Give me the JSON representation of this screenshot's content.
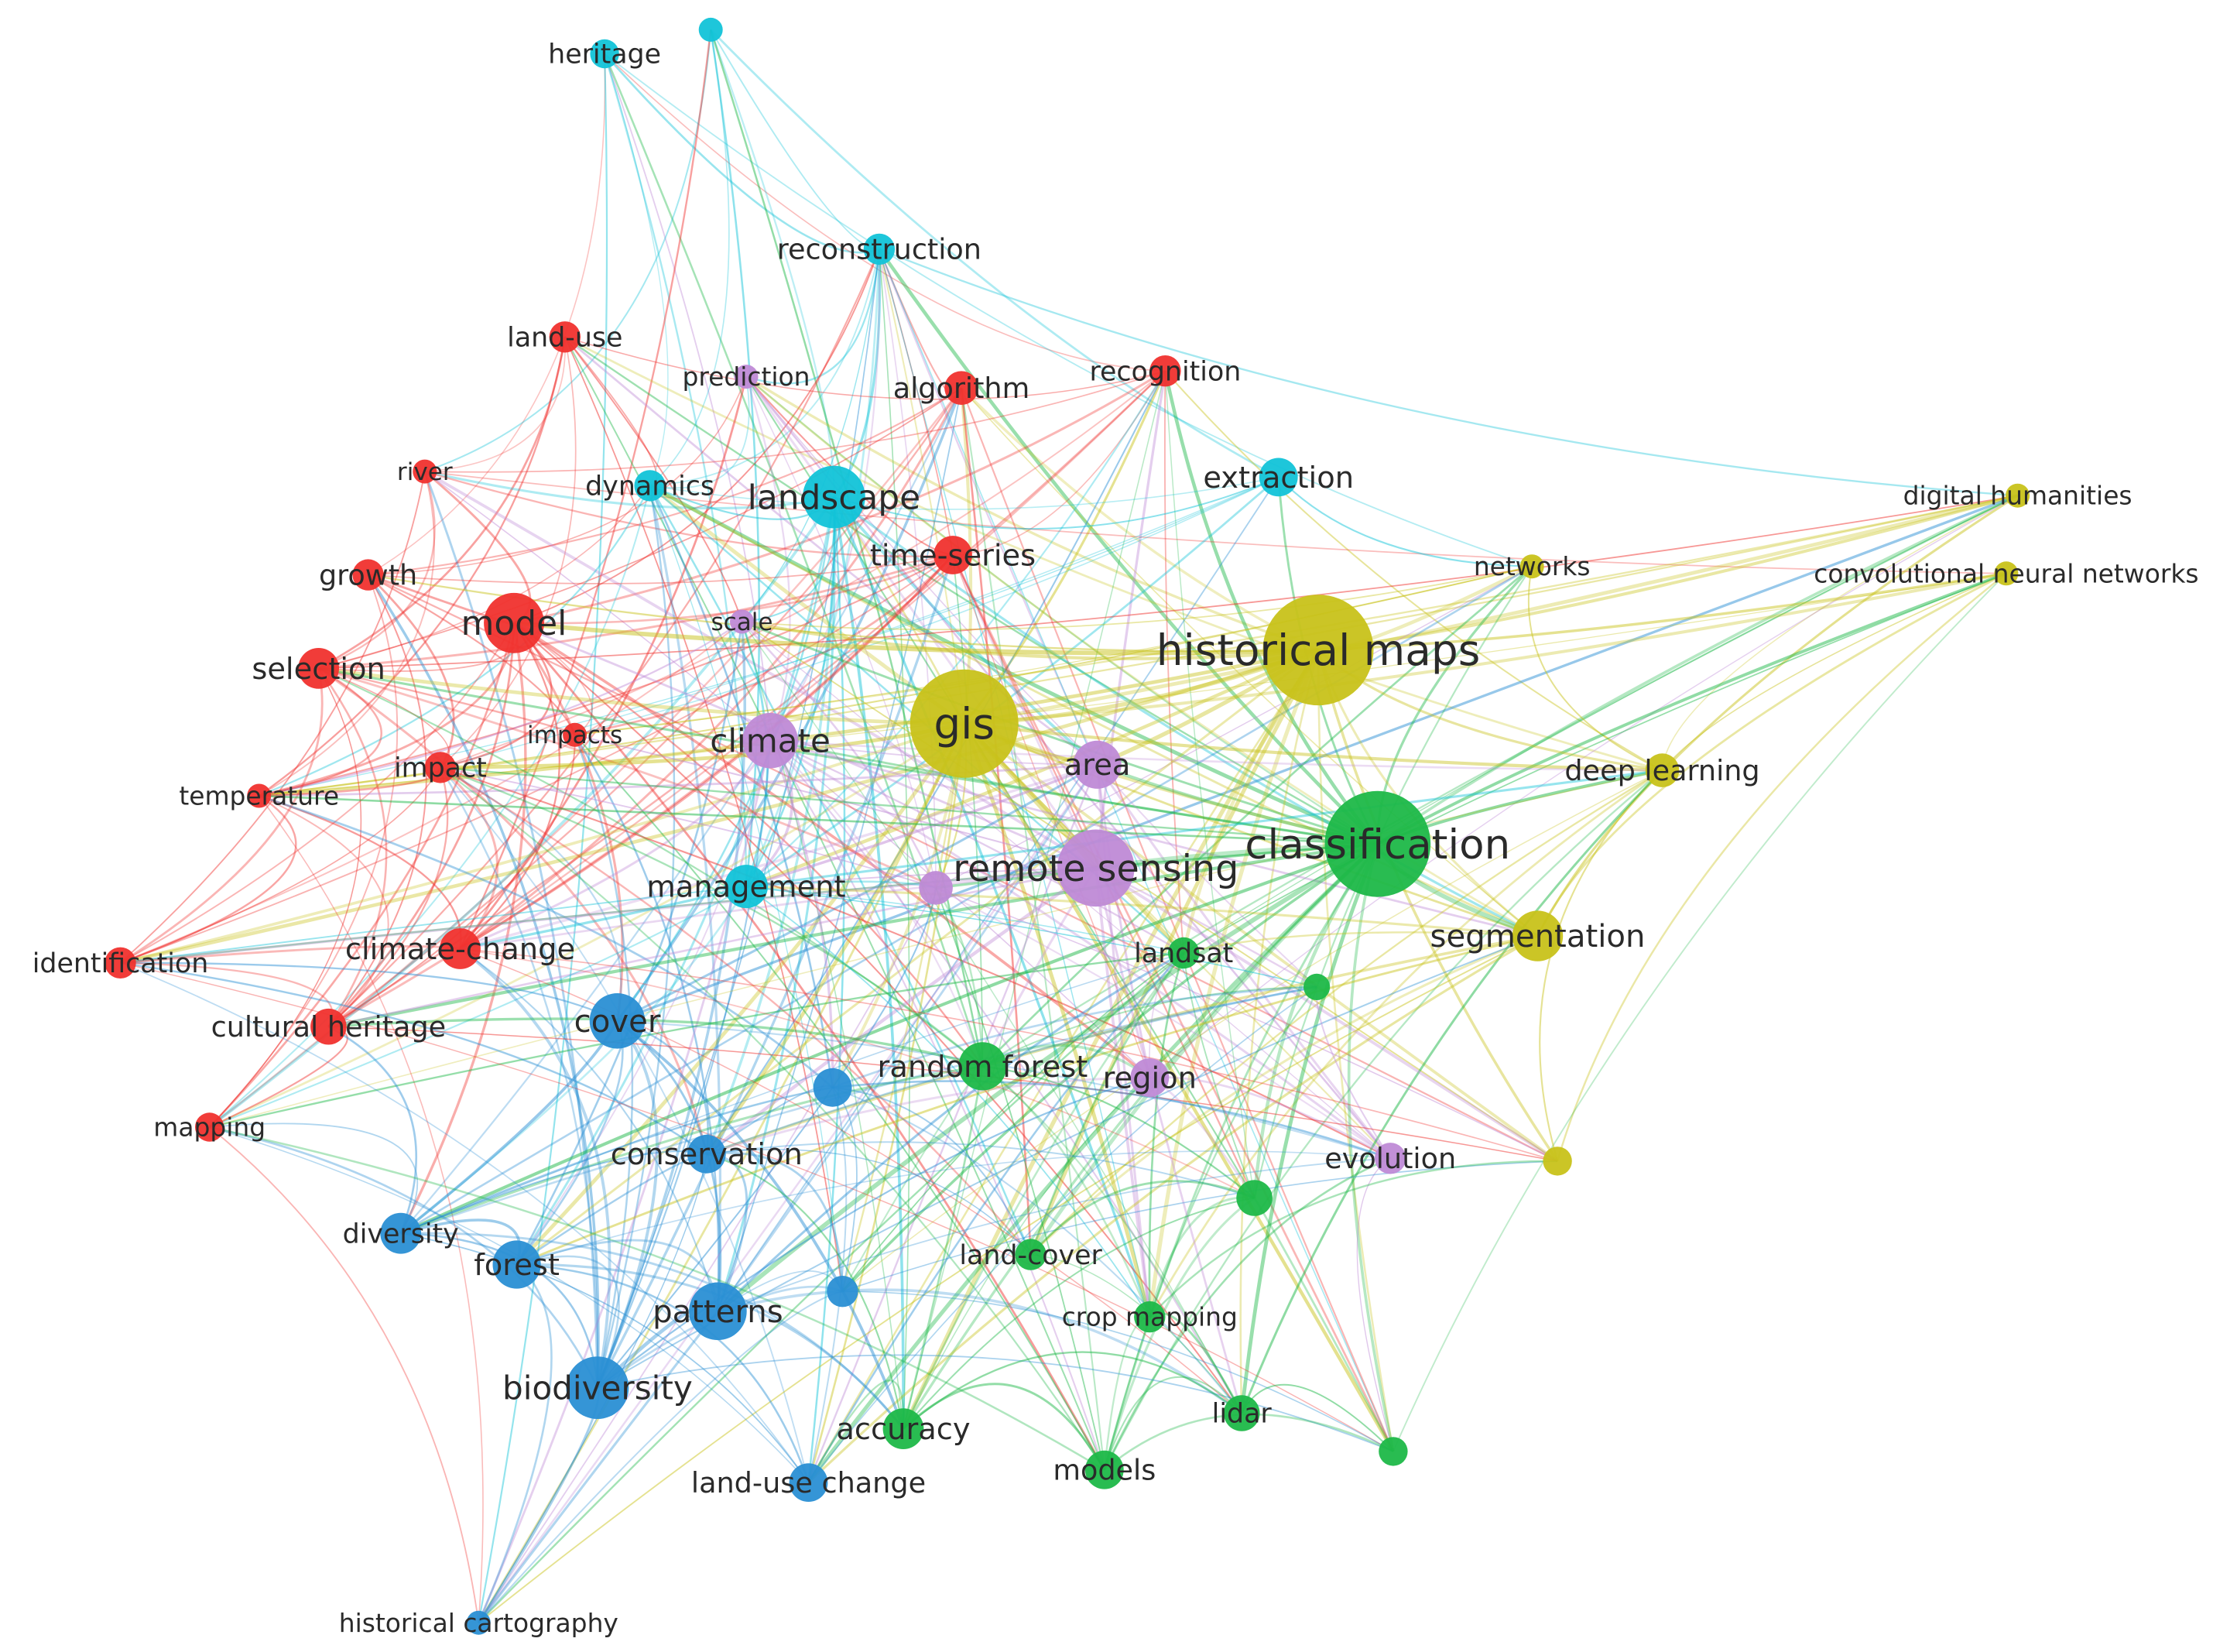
{
  "colors": {
    "red": "#f0312e",
    "cyan": "#12c3d8",
    "purple": "#bf8ad6",
    "yellow": "#c8c21a",
    "green": "#1db848",
    "blue": "#2a8fd4"
  },
  "network": {
    "nodes": [
      {
        "id": "heritage",
        "label": "heritage",
        "cluster": "cyan",
        "weight": 1.2
      },
      {
        "id": "u_cyan_top",
        "label": "",
        "cluster": "cyan",
        "weight": 1.0
      },
      {
        "id": "reconstruction",
        "label": "reconstruction",
        "cluster": "cyan",
        "weight": 1.3
      },
      {
        "id": "land_use",
        "label": "land-use",
        "cluster": "red",
        "weight": 1.3
      },
      {
        "id": "prediction",
        "label": "prediction",
        "cluster": "purple",
        "weight": 1.0
      },
      {
        "id": "algorithm",
        "label": "algorithm",
        "cluster": "red",
        "weight": 1.4
      },
      {
        "id": "recognition",
        "label": "recognition",
        "cluster": "red",
        "weight": 1.3
      },
      {
        "id": "river",
        "label": "river",
        "cluster": "red",
        "weight": 1.0
      },
      {
        "id": "dynamics",
        "label": "dynamics",
        "cluster": "cyan",
        "weight": 1.3
      },
      {
        "id": "landscape",
        "label": "landscape",
        "cluster": "cyan",
        "weight": 2.6
      },
      {
        "id": "extraction",
        "label": "extraction",
        "cluster": "cyan",
        "weight": 1.6
      },
      {
        "id": "digital_humanities",
        "label": "digital humanities",
        "cluster": "yellow",
        "weight": 1.0
      },
      {
        "id": "time_series",
        "label": "time-series",
        "cluster": "red",
        "weight": 1.6
      },
      {
        "id": "networks",
        "label": "networks",
        "cluster": "yellow",
        "weight": 1.0
      },
      {
        "id": "cnn",
        "label": "convolutional neural networks",
        "cluster": "yellow",
        "weight": 1.0
      },
      {
        "id": "growth",
        "label": "growth",
        "cluster": "red",
        "weight": 1.3
      },
      {
        "id": "model",
        "label": "model",
        "cluster": "red",
        "weight": 2.5
      },
      {
        "id": "scale",
        "label": "scale",
        "cluster": "purple",
        "weight": 1.0
      },
      {
        "id": "historical_maps",
        "label": "historical maps",
        "cluster": "yellow",
        "weight": 4.6
      },
      {
        "id": "selection",
        "label": "selection",
        "cluster": "red",
        "weight": 1.7
      },
      {
        "id": "gis",
        "label": "gis",
        "cluster": "yellow",
        "weight": 4.5
      },
      {
        "id": "impacts",
        "label": "impacts",
        "cluster": "red",
        "weight": 1.0
      },
      {
        "id": "climate",
        "label": "climate",
        "cluster": "purple",
        "weight": 2.3
      },
      {
        "id": "area",
        "label": "area",
        "cluster": "purple",
        "weight": 2.0
      },
      {
        "id": "impact",
        "label": "impact",
        "cluster": "red",
        "weight": 1.3
      },
      {
        "id": "deep_learning",
        "label": "deep learning",
        "cluster": "yellow",
        "weight": 1.4
      },
      {
        "id": "temperature",
        "label": "temperature",
        "cluster": "red",
        "weight": 1.0
      },
      {
        "id": "classification",
        "label": "classification",
        "cluster": "green",
        "weight": 4.4
      },
      {
        "id": "remote_sensing",
        "label": "remote sensing",
        "cluster": "purple",
        "weight": 3.2
      },
      {
        "id": "management",
        "label": "management",
        "cluster": "cyan",
        "weight": 1.8
      },
      {
        "id": "u_purple_mid",
        "label": "",
        "cluster": "purple",
        "weight": 1.4
      },
      {
        "id": "segmentation",
        "label": "segmentation",
        "cluster": "yellow",
        "weight": 2.1
      },
      {
        "id": "landsat",
        "label": "landsat",
        "cluster": "green",
        "weight": 1.3
      },
      {
        "id": "identification",
        "label": "identification",
        "cluster": "red",
        "weight": 1.3
      },
      {
        "id": "climate_change",
        "label": "climate-change",
        "cluster": "red",
        "weight": 1.7
      },
      {
        "id": "u_green_right",
        "label": "",
        "cluster": "green",
        "weight": 1.1
      },
      {
        "id": "cover",
        "label": "cover",
        "cluster": "blue",
        "weight": 2.3
      },
      {
        "id": "cultural_heritage",
        "label": "cultural heritage",
        "cluster": "red",
        "weight": 1.5
      },
      {
        "id": "random_forest",
        "label": "random forest",
        "cluster": "green",
        "weight": 2.0
      },
      {
        "id": "u_blue_mid",
        "label": "",
        "cluster": "blue",
        "weight": 1.6
      },
      {
        "id": "region",
        "label": "region",
        "cluster": "purple",
        "weight": 1.6
      },
      {
        "id": "mapping",
        "label": "mapping",
        "cluster": "red",
        "weight": 1.2
      },
      {
        "id": "conservation",
        "label": "conservation",
        "cluster": "blue",
        "weight": 1.6
      },
      {
        "id": "evolution",
        "label": "evolution",
        "cluster": "purple",
        "weight": 1.3
      },
      {
        "id": "u_yellow_right",
        "label": "",
        "cluster": "yellow",
        "weight": 1.2
      },
      {
        "id": "u_green_mid",
        "label": "",
        "cluster": "green",
        "weight": 1.5
      },
      {
        "id": "diversity",
        "label": "diversity",
        "cluster": "blue",
        "weight": 1.7
      },
      {
        "id": "forest",
        "label": "forest",
        "cluster": "blue",
        "weight": 2.0
      },
      {
        "id": "land_cover",
        "label": "land-cover",
        "cluster": "green",
        "weight": 1.3
      },
      {
        "id": "u_blue_low",
        "label": "",
        "cluster": "blue",
        "weight": 1.3
      },
      {
        "id": "patterns",
        "label": "patterns",
        "cluster": "blue",
        "weight": 2.4
      },
      {
        "id": "crop_mapping",
        "label": "crop mapping",
        "cluster": "green",
        "weight": 1.3
      },
      {
        "id": "biodiversity",
        "label": "biodiversity",
        "cluster": "blue",
        "weight": 2.6
      },
      {
        "id": "lidar",
        "label": "lidar",
        "cluster": "green",
        "weight": 1.5
      },
      {
        "id": "accuracy",
        "label": "accuracy",
        "cluster": "green",
        "weight": 1.7
      },
      {
        "id": "u_green_low",
        "label": "",
        "cluster": "green",
        "weight": 1.2
      },
      {
        "id": "models",
        "label": "models",
        "cluster": "green",
        "weight": 1.6
      },
      {
        "id": "land_use_change",
        "label": "land-use change",
        "cluster": "blue",
        "weight": 1.6
      },
      {
        "id": "historical_cartography",
        "label": "historical cartography",
        "cluster": "blue",
        "weight": 1.0
      }
    ]
  }
}
